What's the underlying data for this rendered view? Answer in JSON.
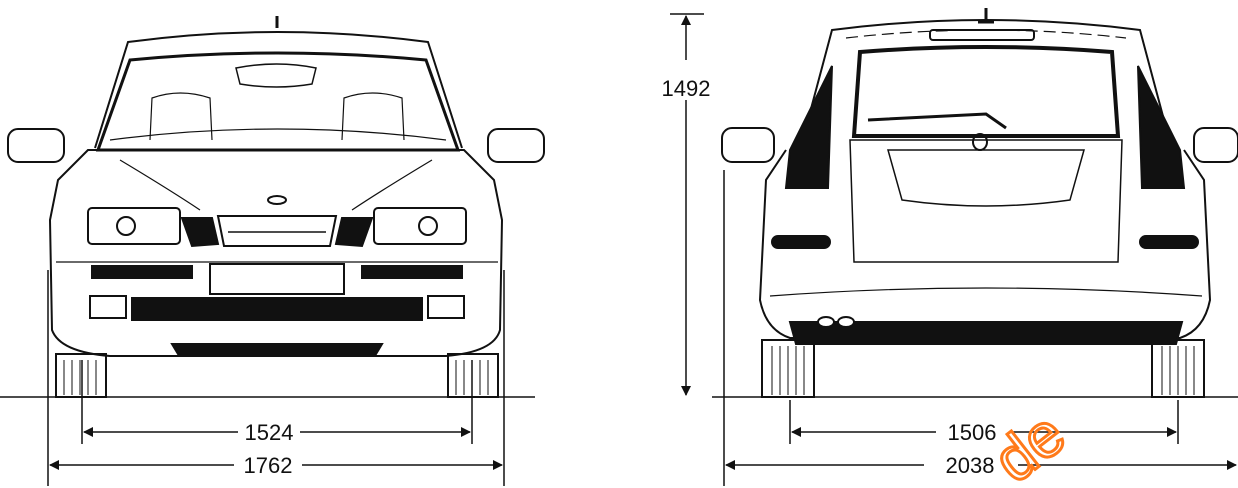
{
  "dimensions": {
    "front_track": "1524",
    "front_width": "1762",
    "height": "1492",
    "rear_track": "1506",
    "rear_width_with_mirrors": "2038"
  },
  "watermark": {
    "text": "de",
    "color": "#ff7a1a"
  },
  "colors": {
    "line": "#111111",
    "background": "#ffffff"
  }
}
